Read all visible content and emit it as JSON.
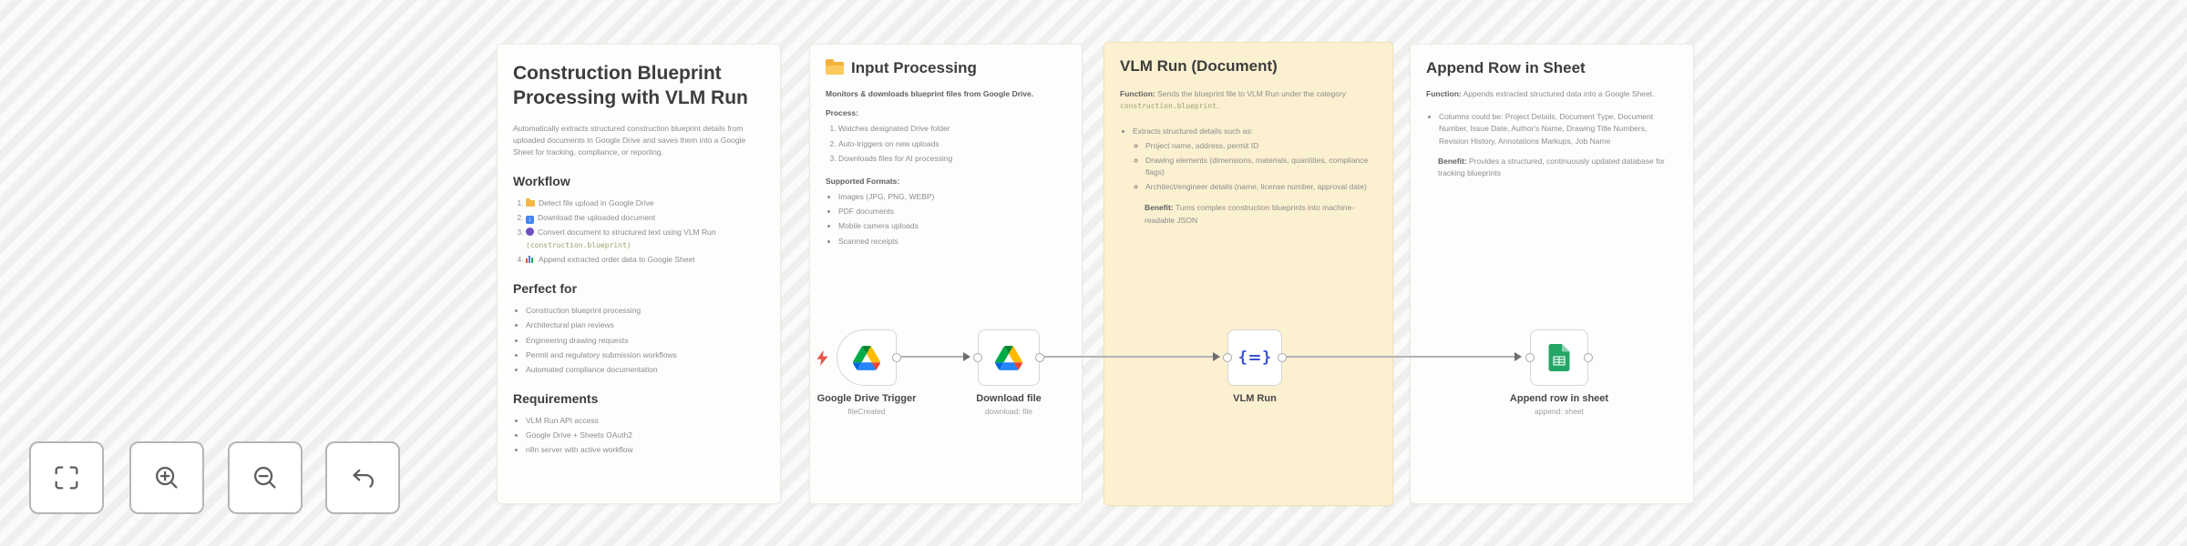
{
  "colors": {
    "sticky_yellow": "#fbf0d0",
    "sticky_white": "#fdfdfc",
    "trigger_bolt_red": "#e8544a",
    "vlm_blue": "#3a53d8",
    "connection_gray": "#b3b3b3"
  },
  "stickies": [
    {
      "title": "Construction Blueprint Processing with VLM Run",
      "description": "Automatically extracts structured construction blueprint details from uploaded documents in Google Drive and saves them into a Google Sheet for tracking, compliance, or reporting.",
      "workflow_heading": "Workflow",
      "steps": [
        {
          "icon": "folder-icon",
          "text": "Detect file upload in Google Drive"
        },
        {
          "icon": "download-icon",
          "text": "Download the uploaded document"
        },
        {
          "icon": "alien-icon",
          "text": "Convert document to structured text using VLM Run",
          "code": "(construction.blueprint)"
        },
        {
          "icon": "bar-chart-icon",
          "text": "Append extracted order data to Google Sheet"
        }
      ],
      "perfect_heading": "Perfect for",
      "perfect_for": [
        "Construction blueprint processing",
        "Architectural plan reviews",
        "Engineering drawing requests",
        "Permit and regulatory submission workflows",
        "Automated compliance documentation"
      ],
      "requirements_heading": "Requirements",
      "requirements": [
        "VLM Run API access",
        "Google Drive + Sheets OAuth2",
        "n8n server with active workflow"
      ]
    },
    {
      "icon": "folder-icon",
      "title": "Input Processing",
      "intro": "Monitors & downloads blueprint files from Google Drive.",
      "process_label": "Process:",
      "process": [
        "Watches designated Drive folder",
        "Auto-triggers on new uploads",
        "Downloads files for AI processing"
      ],
      "formats_label": "Supported Formats:",
      "formats": [
        "Images (JPG, PNG, WEBP)",
        "PDF documents",
        "Mobile camera uploads",
        "Scanned receipts"
      ]
    },
    {
      "title": "VLM Run (Document)",
      "function_label": "Function:",
      "function_text": "Sends the blueprint file to VLM Run under the category",
      "function_code": "construction.blueprint",
      "function_tail": ".",
      "extract_intro": "Extracts structured details such as:",
      "extract_items": [
        "Project name, address, permit ID",
        "Drawing elements (dimensions, materials, quantities, compliance flags)",
        "Architect/engineer details (name, license number, approval date)"
      ],
      "benefit_label": "Benefit:",
      "benefit_text": "Turns complex construction blueprints into machine-readable JSON"
    },
    {
      "title": "Append Row in Sheet",
      "function_label": "Function:",
      "function_text": "Appends extracted structured data into a Google Sheet.",
      "columns_item": "Columns could be: Project Details, Document Type, Document Number, Issue Date, Author's Name, Drawing Title Numbers, Revision History, Annotations Markups, Job Name",
      "benefit_label": "Benefit:",
      "benefit_text": "Provides a structured, continuously updated database for tracking blueprints"
    }
  ],
  "nodes": [
    {
      "label": "Google Drive Trigger",
      "subtitle": "fileCreated",
      "icon": "google-drive-icon",
      "kind": "trigger"
    },
    {
      "label": "Download file",
      "subtitle": "download: file",
      "icon": "google-drive-icon",
      "kind": "action"
    },
    {
      "label": "VLM Run",
      "subtitle": "",
      "icon": "vlm-run-icon",
      "kind": "action"
    },
    {
      "label": "Append row in sheet",
      "subtitle": "append: sheet",
      "icon": "google-sheets-icon",
      "kind": "action"
    }
  ],
  "controls": [
    {
      "name": "fit-view"
    },
    {
      "name": "zoom-in"
    },
    {
      "name": "zoom-out"
    },
    {
      "name": "undo"
    }
  ]
}
